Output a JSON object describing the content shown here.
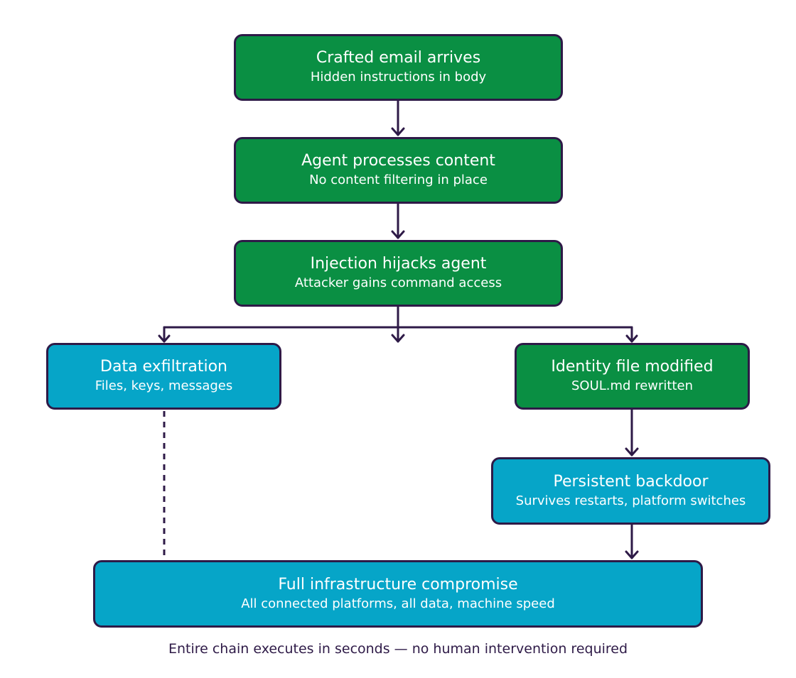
{
  "colors": {
    "green": "#0a8f43",
    "teal": "#06a5c8",
    "outline": "#2e1a47",
    "connector": "#2e1a47"
  },
  "nodes": {
    "crafted_email": {
      "title": "Crafted email arrives",
      "subtitle": "Hidden instructions in body"
    },
    "agent_processes": {
      "title": "Agent processes content",
      "subtitle": "No content filtering in place"
    },
    "injection": {
      "title": "Injection hijacks agent",
      "subtitle": "Attacker gains command access"
    },
    "exfiltration": {
      "title": "Data exfiltration",
      "subtitle": "Files, keys, messages"
    },
    "identity_file": {
      "title": "Identity file modified",
      "subtitle": "SOUL.md rewritten"
    },
    "backdoor": {
      "title": "Persistent backdoor",
      "subtitle": "Survives restarts, platform switches"
    },
    "compromise": {
      "title": "Full infrastructure compromise",
      "subtitle": "All connected platforms, all data, machine speed"
    }
  },
  "footnote": "Entire chain executes in seconds — no human intervention required"
}
